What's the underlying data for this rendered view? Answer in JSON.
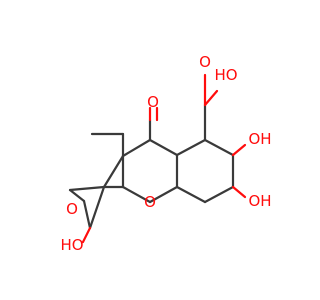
{
  "molecule": {
    "atoms": {
      "ring_oxygen": "O",
      "bridge_oxygen": "O",
      "ketone_oxygen": "O",
      "hydroxyl_left": "HO",
      "hydroxyl_right_upper": "OH",
      "hydroxyl_right_lower": "OH",
      "acid_hydroxyl": "HO",
      "acid_carbonyl_oxygen": "O"
    },
    "colors": {
      "bond": "#3a3a3a",
      "oxygen": "#ff0d0d",
      "background": "#ffffff"
    }
  }
}
